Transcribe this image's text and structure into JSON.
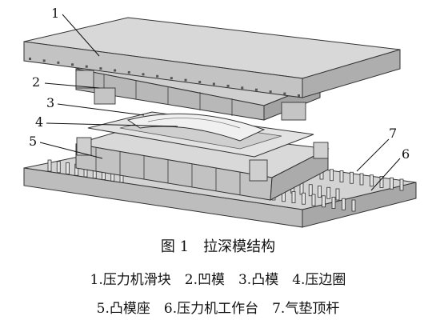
{
  "figure": {
    "callouts": [
      {
        "id": "1",
        "label": "1"
      },
      {
        "id": "2",
        "label": "2"
      },
      {
        "id": "3",
        "label": "3"
      },
      {
        "id": "4",
        "label": "4"
      },
      {
        "id": "5",
        "label": "5"
      },
      {
        "id": "6",
        "label": "6"
      },
      {
        "id": "7",
        "label": "7"
      }
    ]
  },
  "caption": {
    "title": "图 1　拉深模结构",
    "legend_line_1": "1.压力机滑块　2.凹模　3.凸模　4.压边圈",
    "legend_line_2": "5.凸模座　6.压力机工作台　7.气垫顶杆"
  }
}
